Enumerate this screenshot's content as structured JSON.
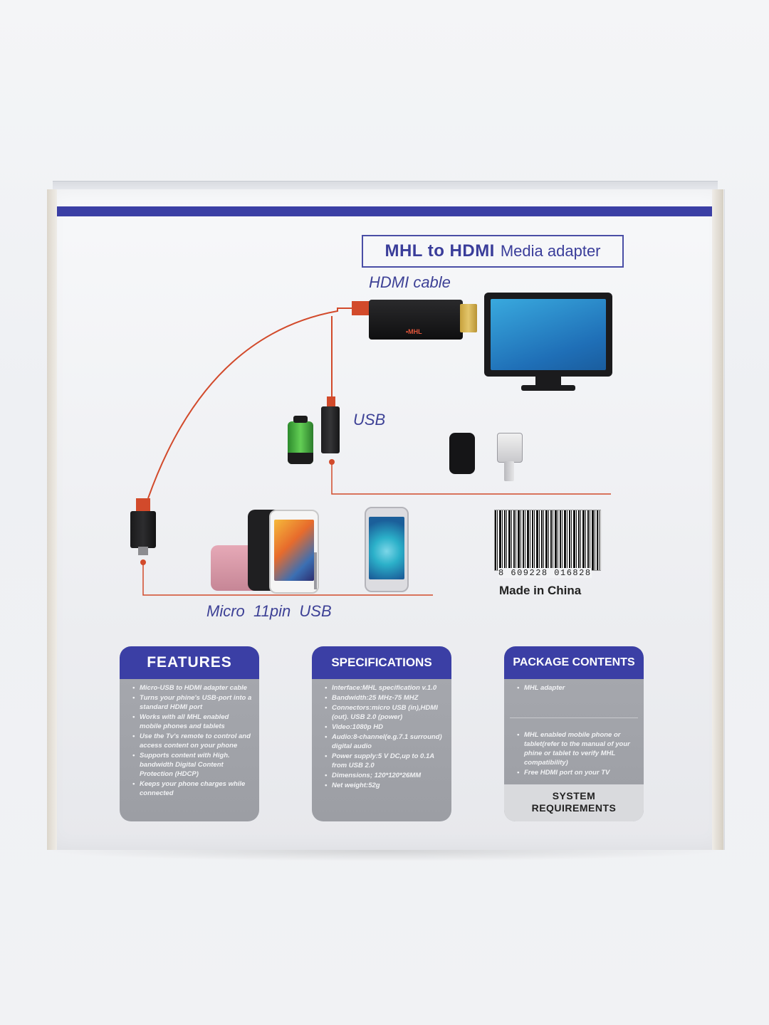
{
  "title": {
    "strong": "MHL to HDMI",
    "light": "Media adapter"
  },
  "labels": {
    "hdmi_cable": "HDMI cable",
    "usb": "USB",
    "micro_usb": "Micro  11pin  USB",
    "adapter_logo": "•MHL"
  },
  "barcode": {
    "number": "8 609228 016828",
    "made_in": "Made in China"
  },
  "colors": {
    "stripe": "#3b3fa5",
    "panel_head": "#3b3fa5",
    "cable": "#d24a2b"
  },
  "features": {
    "title": "FEATURES",
    "items": [
      "Micro-USB to HDMI adapter cable",
      "Turns your phine's USB-port into a standard HDMI port",
      "Works with all MHL enabled mobile phones and tablets",
      "Use the Tv's remote to control and access content on your phone",
      "Supports content with High. bandwidth Digital Content Protection (HDCP)",
      "Keeps your phone charges while connected"
    ]
  },
  "specifications": {
    "title": "SPECIFICATIONS",
    "items": [
      "Interface:MHL specification v.1.0",
      "Bandwidth:25 MHz-75 MHZ",
      "Connectors:micro USB (in),HDMI (out). USB 2.0 (power)",
      "Video:1080p HD",
      "Audio:8-channel(e.g.7.1 surround) digital audio",
      "Power supply:5 V DC,up to 0.1A from USB 2.0",
      "Dimensions; 120*120*26MM",
      "Net weight:52g"
    ]
  },
  "package": {
    "title": "PACKAGE CONTENTS",
    "items": [
      "MHL adapter"
    ],
    "requirements": [
      "MHL enabled mobile phone or tablet(refer to the manual of your phine or tablet to verify MHL compatibility)",
      "Free HDMI port on your TV"
    ],
    "system_title": "SYSTEM REQUIREMENTS"
  }
}
